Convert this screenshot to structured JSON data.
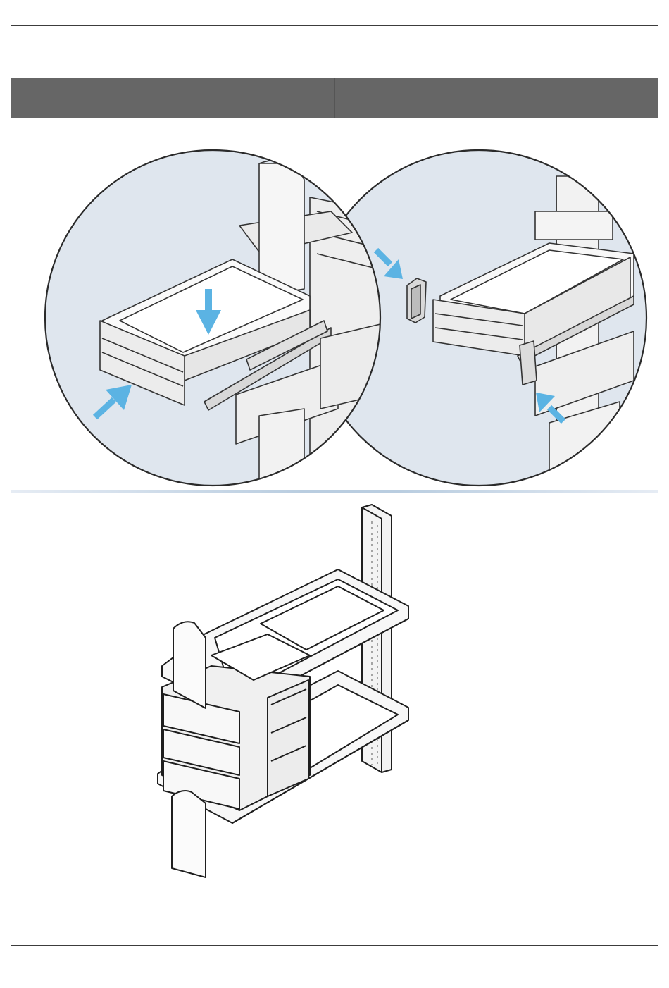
{
  "page": {
    "header_rule": true,
    "footer_rule": true
  },
  "steps_header": {
    "background": "#666666",
    "cells": [
      {
        "label": ""
      },
      {
        "label": ""
      }
    ]
  },
  "illustrations": {
    "detail_left": {
      "subject": "drawer-insert-onto-slides",
      "arrows": [
        "down-arrow-icon",
        "push-arrow-icon"
      ]
    },
    "detail_right": {
      "subject": "end-cap-attach",
      "arrows": [
        "insert-arrow-icon",
        "push-arrow-icon"
      ]
    },
    "assembly": {
      "subject": "wall-rail-mounted-drawer-unit"
    }
  },
  "colors": {
    "detail_fill": "#dfe6ee",
    "arrow": "#5bb3e3",
    "line": "#333333",
    "part_fill": "#f4f4f4"
  }
}
